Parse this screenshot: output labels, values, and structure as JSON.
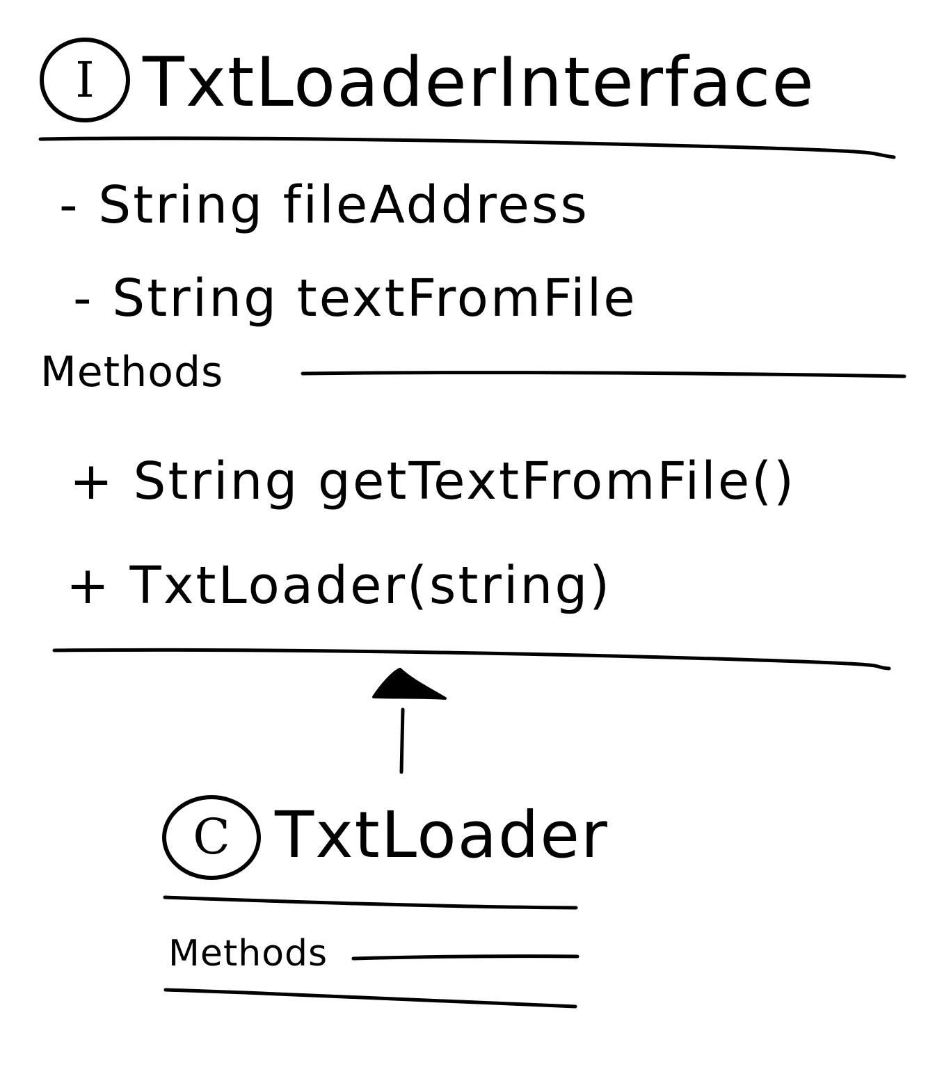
{
  "interface_box": {
    "badge": "I",
    "name": "TxtLoaderInterface",
    "attributes": [
      "- String fileAddress",
      "- String textFromFile"
    ],
    "methods_label": "Methods",
    "methods": [
      "+ String getTextFromFile()",
      "+ TxtLoader(string)"
    ]
  },
  "class_box": {
    "badge": "C",
    "name": "TxtLoader",
    "methods_label": "Methods"
  },
  "relationship": {
    "type": "realization",
    "from": "TxtLoader",
    "to": "TxtLoaderInterface"
  },
  "colors": {
    "ink": "#000000",
    "paper": "#ffffff"
  }
}
